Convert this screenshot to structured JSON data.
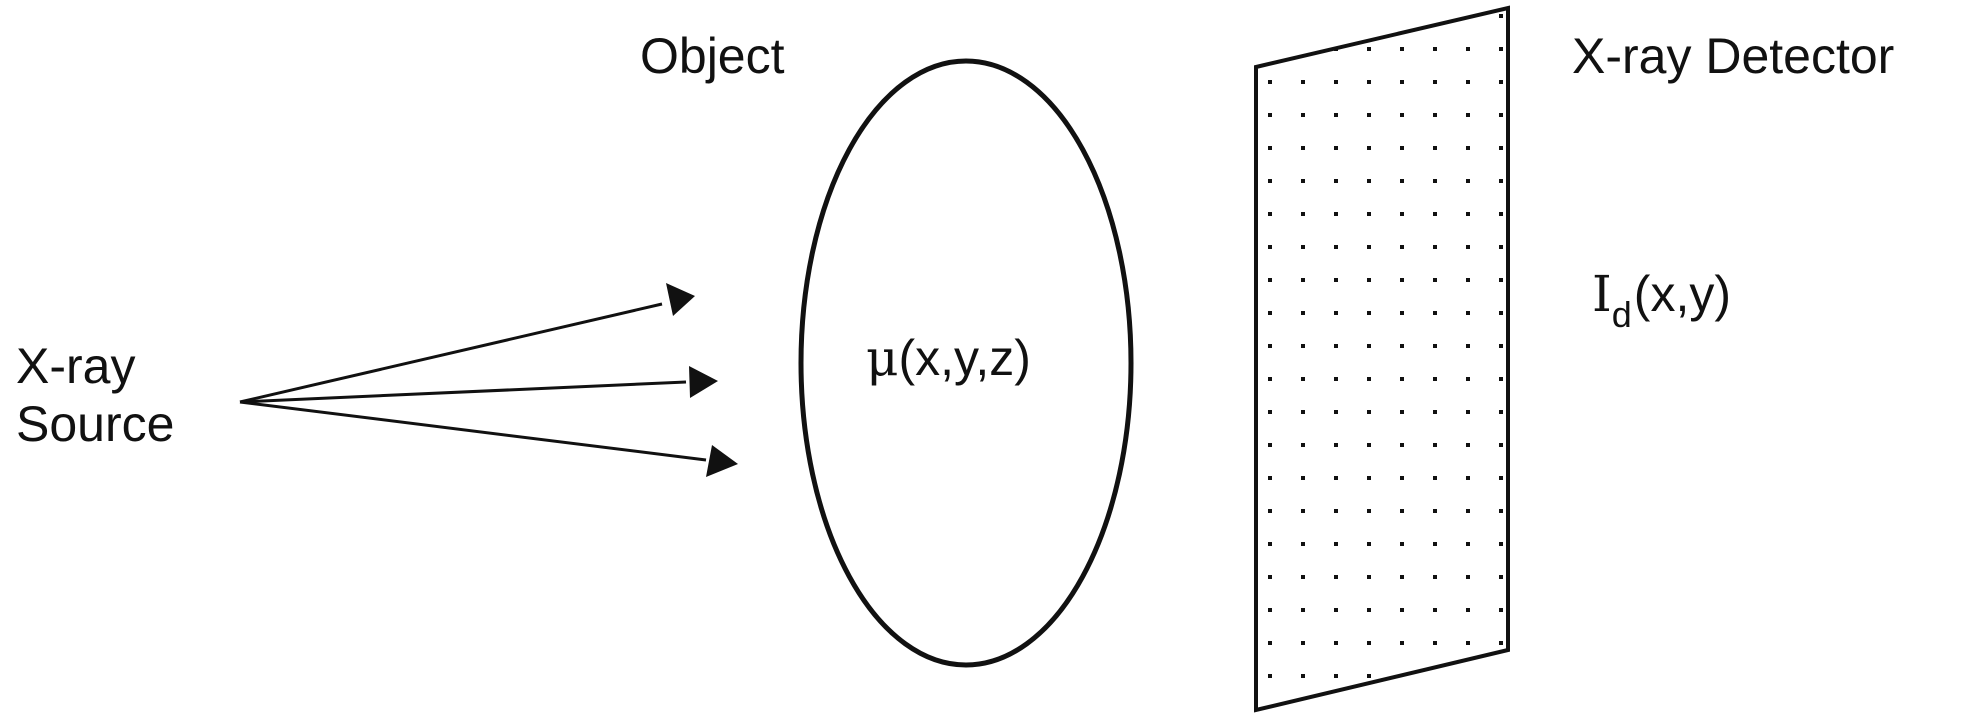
{
  "labels": {
    "source_line1": "X-ray",
    "source_line2": "Source",
    "object": "Object",
    "detector": "X-ray Detector",
    "attenuation_symbol": "μ",
    "attenuation_args": "(x,y,z)",
    "intensity_symbol": "I",
    "intensity_subscript": "d",
    "intensity_args": "(x,y)"
  },
  "colors": {
    "stroke": "#111111",
    "background": "#ffffff"
  }
}
